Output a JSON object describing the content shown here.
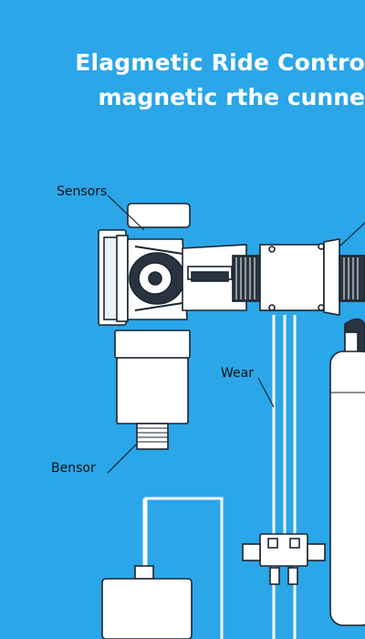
{
  "title": {
    "line1": "Elagmetic Ride Contro",
    "line2": "magnetic rthe cunne"
  },
  "labels": {
    "sensors": "Sensors",
    "wear": "Wear",
    "bensor": "Bensor"
  },
  "colors": {
    "background": "#2ba6e8",
    "component_fill": "#ffffff",
    "outline": "#1b2530",
    "line": "#ffffff"
  }
}
